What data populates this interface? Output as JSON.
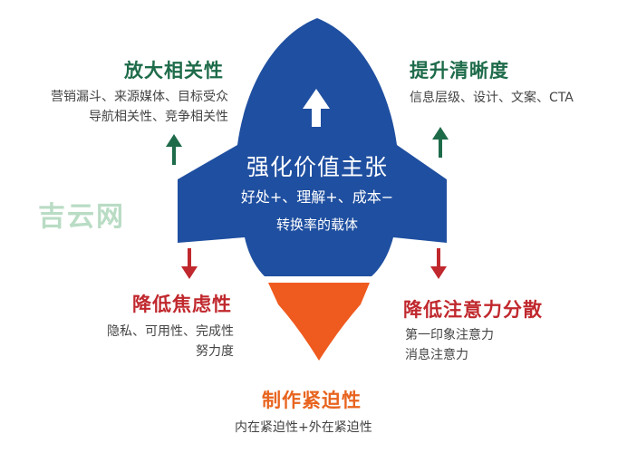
{
  "center": {
    "title": "强化价值主张",
    "line1": "好处+、理解+、成本−",
    "line2": "转换率的载体"
  },
  "top_left": {
    "title": "放大相关性",
    "lines": [
      "营销漏斗、来源媒体、目标受众",
      "导航相关性、竞争相关性"
    ]
  },
  "top_right": {
    "title": "提升清晰度",
    "lines": [
      "信息层级、设计、文案、CTA"
    ]
  },
  "bottom_left": {
    "title": "降低焦虑性",
    "lines": [
      "隐私、可用性、完成性",
      "努力度"
    ]
  },
  "bottom_right": {
    "title": "降低注意力分散",
    "lines": [
      "第一印象注意力",
      "消息注意力"
    ]
  },
  "bottom": {
    "title": "制作紧迫性",
    "lines": [
      "内在紧迫性+外在紧迫性"
    ]
  },
  "watermark": "吉云网",
  "colors": {
    "rocket": "#1f4fa0",
    "flame": "#ef5a1e",
    "green": "#1e6b4a",
    "red": "#c0282d",
    "orange": "#e8641f"
  }
}
